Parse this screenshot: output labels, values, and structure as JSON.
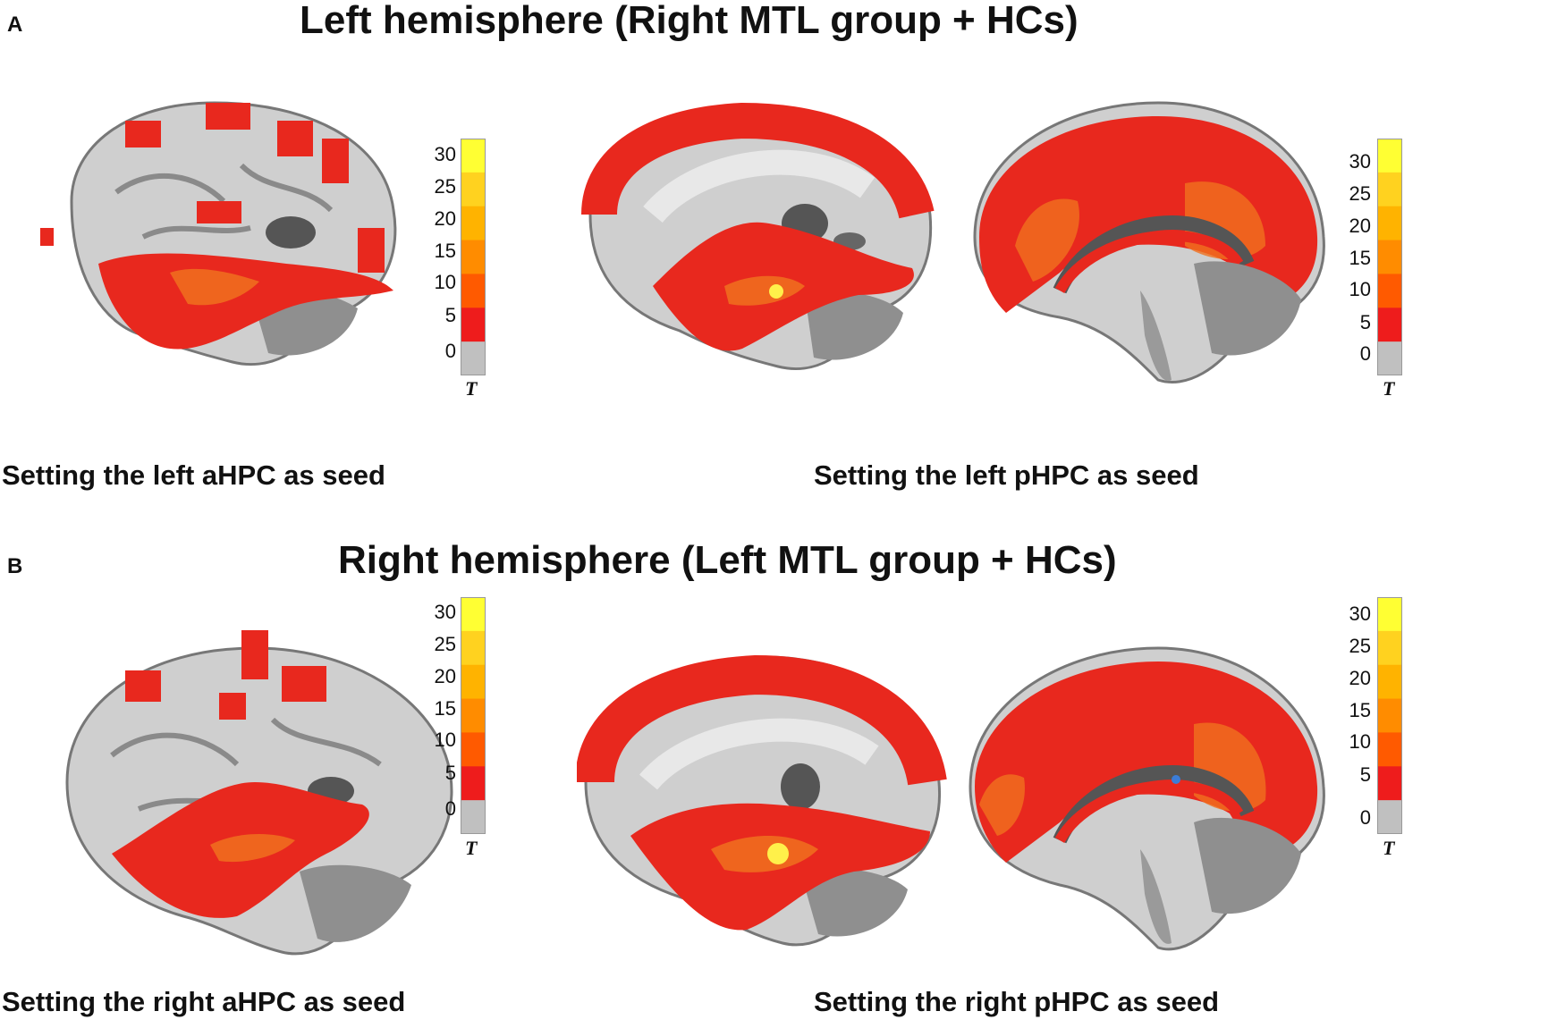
{
  "panels": [
    {
      "letter": "A",
      "title": "Left hemisphere (Right MTL group + HCs)",
      "captions": [
        "Setting the left aHPC as seed",
        "Setting the left pHPC as seed"
      ]
    },
    {
      "letter": "B",
      "title": "Right hemisphere (Left MTL group + HCs)",
      "captions": [
        "Setting the right aHPC as seed",
        "Setting the right pHPC as seed"
      ]
    }
  ],
  "colorbar": {
    "ticks": [
      "30",
      "25",
      "20",
      "15",
      "10",
      "5",
      "0"
    ],
    "unit": "T",
    "colors": [
      "#ffff33",
      "#ffd21f",
      "#ffb300",
      "#ff8c00",
      "#ff5a00",
      "#ee1c1c",
      "#c0c0c0"
    ]
  },
  "colors": {
    "brain_bg": "#c8c8c8",
    "activation": "#e8281e",
    "peak": "#f08a1e",
    "hot": "#fff04a"
  }
}
